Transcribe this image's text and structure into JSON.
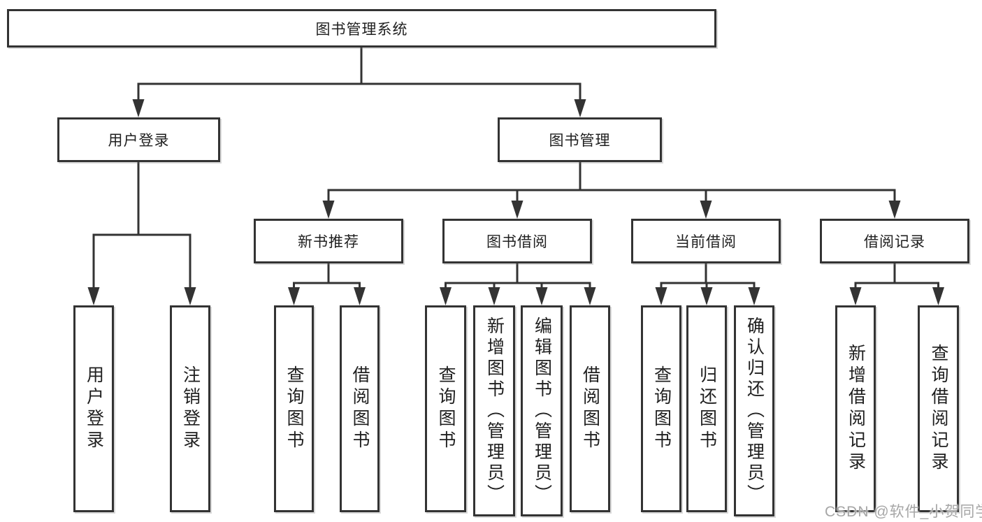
{
  "root_label": "图书管理系统",
  "level2": {
    "user_login": {
      "label": "用户登录",
      "leaves": [
        "用户登录",
        "注销登录"
      ]
    },
    "book_mgmt": {
      "label": "图书管理"
    }
  },
  "level3": {
    "new_book": {
      "label": "新书推荐",
      "leaves": [
        "查询图书",
        "借阅图书"
      ]
    },
    "book_borrow": {
      "label": "图书借阅",
      "leaves": [
        "查询图书",
        "新增图书（管理员）",
        "编辑图书（管理员）",
        "借阅图书"
      ]
    },
    "current_borrow": {
      "label": "当前借阅",
      "leaves": [
        "查询图书",
        "归还图书",
        "确认归还（管理员）"
      ]
    },
    "borrow_record": {
      "label": "借阅记录",
      "leaves": [
        "新增借阅记录",
        "查询借阅记录"
      ]
    }
  },
  "watermark": "CSDN @软件_小贺同学",
  "colors": {
    "line": "#333333",
    "text": "#1f1f1f",
    "watermark": "#a6a6a6",
    "background": "#ffffff"
  }
}
